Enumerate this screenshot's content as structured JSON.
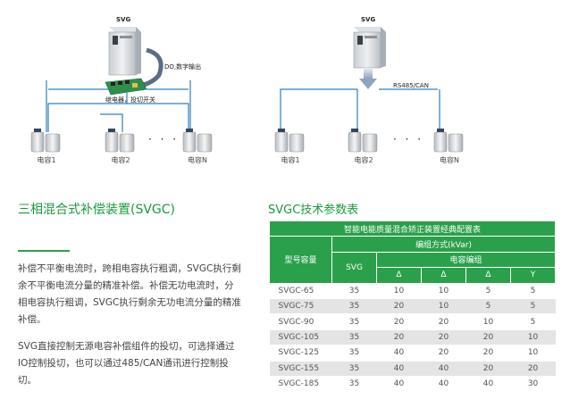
{
  "diagram_left": {
    "svg_label": "SVG",
    "io_label": "DO,数字输出",
    "relay_label": "继电器，投切开关",
    "caps": [
      "电容1",
      "电容2",
      "电容N"
    ],
    "dots": "· · ·"
  },
  "diagram_right": {
    "svg_label": "SVG",
    "comm_label": "RS485/CAN",
    "caps": [
      "电容1",
      "电容2",
      "电容N"
    ],
    "dots": "· · ·"
  },
  "intro": {
    "title": "三相混合式补偿装置(SVGC)",
    "paragraphs": [
      "补偿不平衡电流时，跨相电容执行粗调，SVGC执行剩余不平衡电流分量的精准补偿。补偿无功电流时，分相电容执行粗调，SVGC执行剩余无功电流分量的精准补偿。",
      "SVG直接控制无源电容补偿组件的投切，可选择通过IO控制投切，也可以通过485/CAN通讯进行控制投切。"
    ]
  },
  "spec_table": {
    "title": "SVGC技术参数表",
    "caption": "智能电能质量混合矫正装置经典配置表",
    "col_model": "型号容量",
    "group_header": "编组方式(kVar)",
    "col_svg": "SVG",
    "cap_group": "电容编组",
    "sub_headers": [
      "Δ",
      "Δ",
      "Δ",
      "Y"
    ],
    "rows": [
      [
        "SVGC-65",
        "35",
        "10",
        "10",
        "5",
        "5"
      ],
      [
        "SVGC-75",
        "35",
        "20",
        "10",
        "5",
        "5"
      ],
      [
        "SVGC-90",
        "35",
        "20",
        "20",
        "10",
        "5"
      ],
      [
        "SVGC-105",
        "35",
        "20",
        "20",
        "20",
        "10"
      ],
      [
        "SVGC-125",
        "35",
        "40",
        "20",
        "20",
        "10"
      ],
      [
        "SVGC-155",
        "35",
        "40",
        "40",
        "20",
        "20"
      ],
      [
        "SVGC-185",
        "35",
        "40",
        "40",
        "40",
        "30"
      ]
    ]
  },
  "colors": {
    "accent_green": "#2aa04a",
    "title_green": "#1a9a3c",
    "line_blue": "#2f7fbf",
    "row_gray": "#e4e4e4"
  },
  "icons": [
    "svg-cabinet-icon",
    "relay-board-icon",
    "capacitor-icon",
    "curved-arrow-icon",
    "down-arrow-icon"
  ]
}
